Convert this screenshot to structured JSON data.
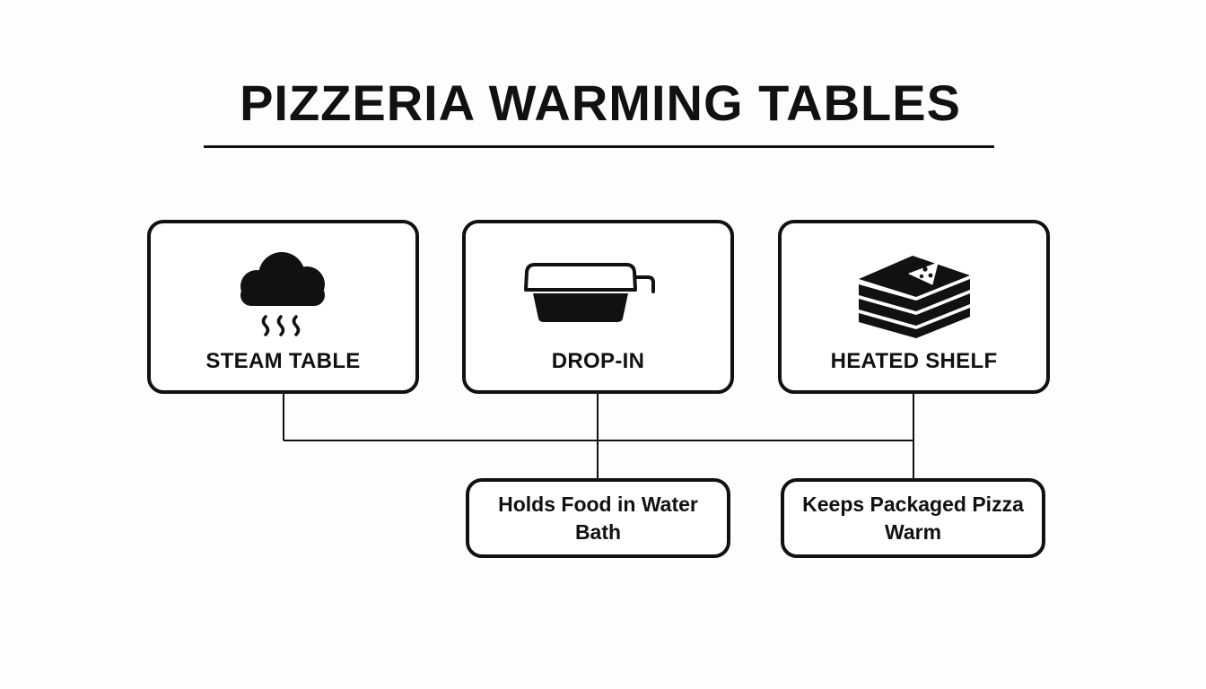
{
  "title": "PIZZERIA WARMING TABLES",
  "categories": [
    {
      "label": "STEAM TABLE",
      "icon": "steam-cloud-icon"
    },
    {
      "label": "DROP-IN",
      "icon": "food-pan-icon"
    },
    {
      "label": "HEATED SHELF",
      "icon": "stacked-pizza-boxes-icon"
    }
  ],
  "descriptions": [
    {
      "text": "Holds Food in Water Bath"
    },
    {
      "text": "Keeps Packaged Pizza Warm"
    }
  ],
  "colors": {
    "ink": "#111111",
    "background": "#fdfdfd"
  }
}
